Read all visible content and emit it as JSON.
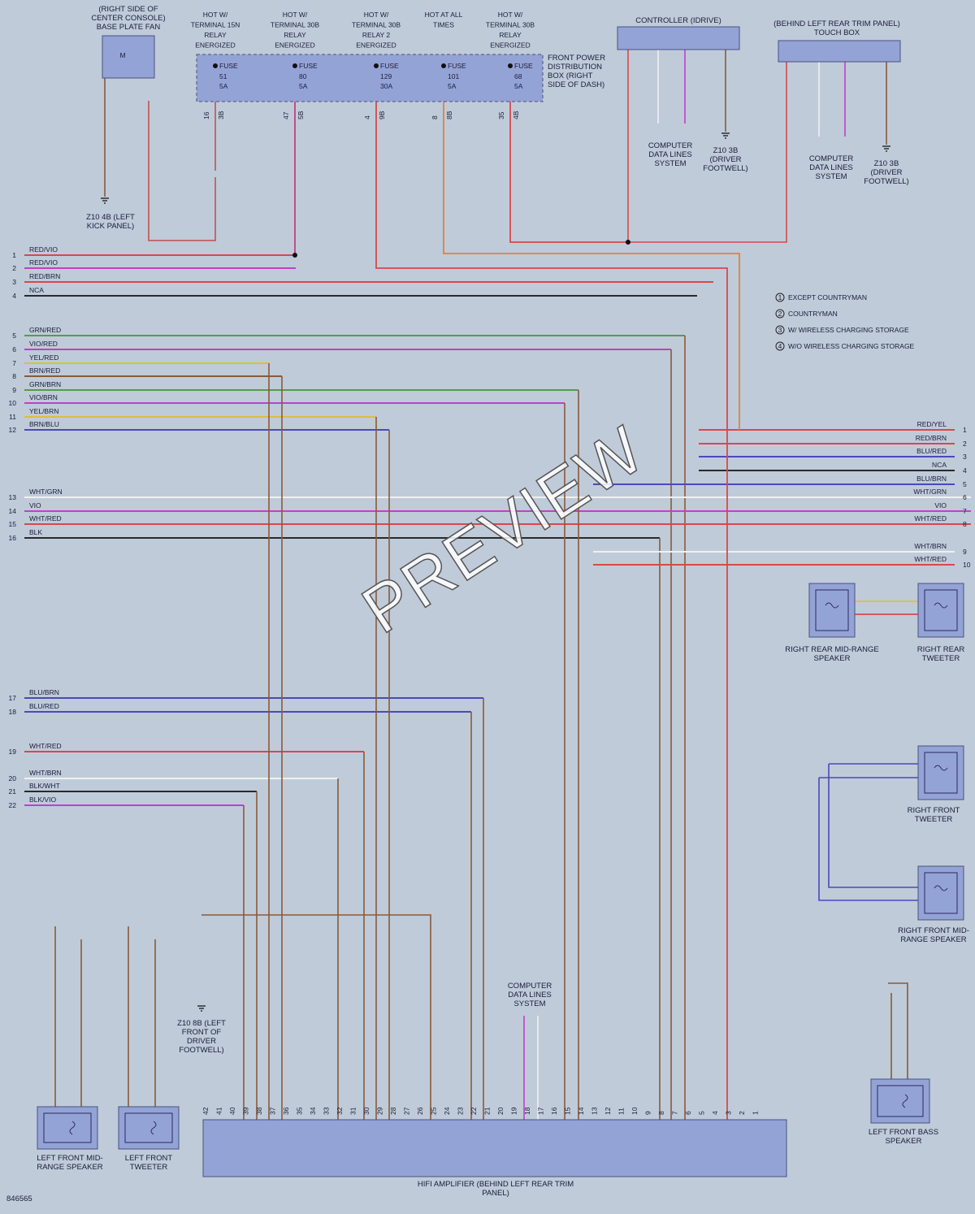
{
  "diagram_id": "846565",
  "watermark": "PREVIEW",
  "components": {
    "base_plate_fan": "(RIGHT SIDE OF CENTER CONSOLE) BASE PLATE FAN",
    "fuse_box": "FRONT POWER DISTRIBUTION BOX (RIGHT SIDE OF DASH)",
    "controller": "CONTROLLER (IDRIVE)",
    "touch_box": "(BEHIND LEFT REAR TRIM PANEL) TOUCH BOX",
    "amplifier": "HIFI AMPLIFIER (BEHIND LEFT REAR TRIM PANEL)",
    "rr_mid": "RIGHT REAR MID-RANGE SPEAKER",
    "rr_tweeter": "RIGHT REAR TWEETER",
    "rf_tweeter": "RIGHT FRONT TWEETER",
    "rf_mid": "RIGHT FRONT MID-RANGE SPEAKER",
    "lf_mid": "LEFT FRONT MID-RANGE SPEAKER",
    "lf_tweeter": "LEFT FRONT TWEETER",
    "lf_bass": "LEFT FRONT BASS SPEAKER"
  },
  "fuses": [
    {
      "hot": "HOT W/ TERMINAL 15N RELAY ENERGIZED",
      "fuse": "FUSE 51 5A",
      "pin": "16",
      "term": "3B"
    },
    {
      "hot": "HOT W/ TERMINAL 30B RELAY ENERGIZED",
      "fuse": "FUSE 80 5A",
      "pin": "47",
      "term": "5B"
    },
    {
      "hot": "HOT W/ TERMINAL 30B RELAY 2 ENERGIZED",
      "fuse": "FUSE 129 30A",
      "pin": "4",
      "term": "9B"
    },
    {
      "hot": "HOT AT ALL TIMES",
      "fuse": "FUSE 101 5A",
      "pin": "8",
      "term": "8B"
    },
    {
      "hot": "HOT W/ TERMINAL 30B RELAY ENERGIZED",
      "fuse": "FUSE 68 5A",
      "pin": "35",
      "term": "4B"
    }
  ],
  "grounds": {
    "z10_4b": "Z10 4B (LEFT KICK PANEL)",
    "z10_3b_ctrl": "Z10 3B (DRIVER FOOTWELL)",
    "z10_3b_touch": "Z10 3B (DRIVER FOOTWELL)",
    "z10_8b": "Z10 8B (LEFT FRONT OF DRIVER FOOTWELL)"
  },
  "computer_data": "COMPUTER DATA LINES SYSTEM",
  "legend": [
    {
      "n": "1",
      "text": "EXCEPT COUNTRYMAN"
    },
    {
      "n": "2",
      "text": "COUNTRYMAN"
    },
    {
      "n": "3",
      "text": "W/ WIRELESS CHARGING STORAGE"
    },
    {
      "n": "4",
      "text": "W/O WIRELESS CHARGING STORAGE"
    }
  ],
  "left_lines": [
    {
      "n": "1",
      "label": "RED/VIO"
    },
    {
      "n": "2",
      "label": "RED/VIO"
    },
    {
      "n": "3",
      "label": "RED/BRN"
    },
    {
      "n": "4",
      "label": "NCA"
    },
    {
      "n": "5",
      "label": "GRN/RED"
    },
    {
      "n": "6",
      "label": "VIO/RED"
    },
    {
      "n": "7",
      "label": "YEL/RED"
    },
    {
      "n": "8",
      "label": "BRN/RED"
    },
    {
      "n": "9",
      "label": "GRN/BRN"
    },
    {
      "n": "10",
      "label": "VIO/BRN"
    },
    {
      "n": "11",
      "label": "YEL/BRN"
    },
    {
      "n": "12",
      "label": "BRN/BLU"
    },
    {
      "n": "13",
      "label": "WHT/GRN"
    },
    {
      "n": "14",
      "label": "VIO"
    },
    {
      "n": "15",
      "label": "WHT/RED"
    },
    {
      "n": "16",
      "label": "BLK"
    },
    {
      "n": "17",
      "label": "BLU/BRN"
    },
    {
      "n": "18",
      "label": "BLU/RED"
    },
    {
      "n": "19",
      "label": "WHT/RED"
    },
    {
      "n": "20",
      "label": "WHT/BRN"
    },
    {
      "n": "21",
      "label": "BLK/WHT"
    },
    {
      "n": "22",
      "label": "BLK/VIO"
    }
  ],
  "right_lines": [
    {
      "n": "1",
      "label": "RED/YEL"
    },
    {
      "n": "2",
      "label": "RED/BRN"
    },
    {
      "n": "3",
      "label": "BLU/RED"
    },
    {
      "n": "4",
      "label": "NCA"
    },
    {
      "n": "5",
      "label": "BLU/BRN"
    },
    {
      "n": "6",
      "label": "WHT/GRN"
    },
    {
      "n": "7",
      "label": "VIO"
    },
    {
      "n": "8",
      "label": "WHT/RED"
    },
    {
      "n": "9",
      "label": "WHT/BRN"
    },
    {
      "n": "10",
      "label": "WHT/RED"
    }
  ],
  "amp_pins": [
    "42",
    "41",
    "40",
    "39",
    "38",
    "37",
    "36",
    "35",
    "34",
    "33",
    "32",
    "31",
    "30",
    "29",
    "28",
    "27",
    "26",
    "25",
    "24",
    "23",
    "22",
    "21",
    "20",
    "19",
    "18",
    "17",
    "16",
    "15",
    "14",
    "13",
    "12",
    "11",
    "10",
    "9",
    "8",
    "7",
    "6",
    "5",
    "4",
    "3",
    "2",
    "1"
  ]
}
